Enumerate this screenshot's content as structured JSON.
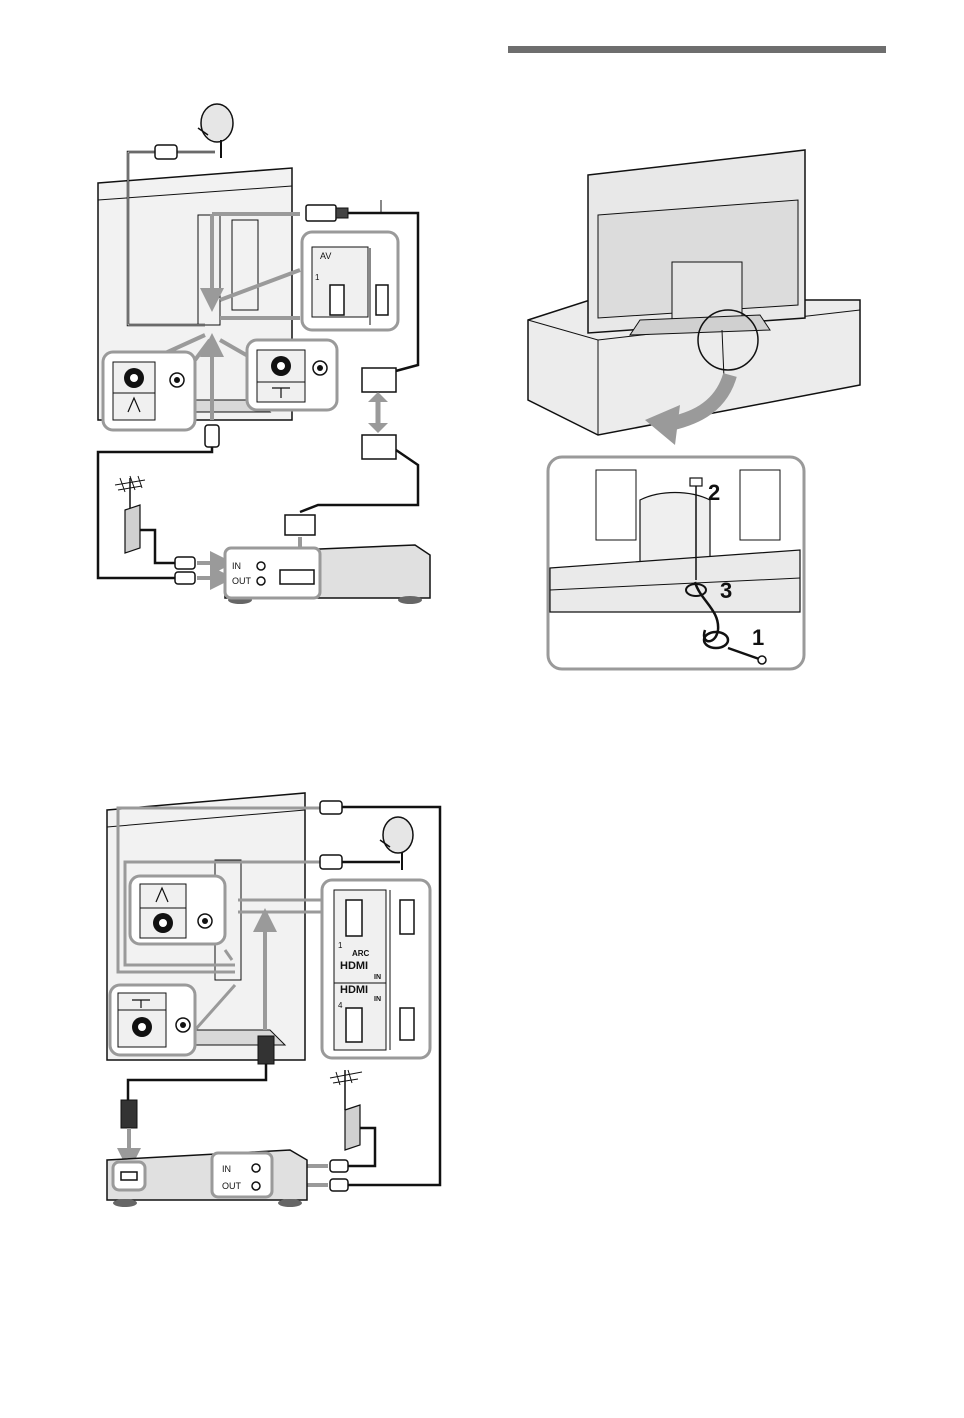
{
  "diagram1": {
    "av_label": "AV",
    "av_port_num": "1",
    "in_label": "IN",
    "out_label": "OUT"
  },
  "diagram2": {
    "hdmi1_num": "1",
    "arc_label": "ARC",
    "hdmi_logo": "HDMI",
    "hdmi_in": "IN",
    "hdmi4_num": "4",
    "in_label": "IN",
    "out_label": "OUT"
  },
  "stand": {
    "step1": "1",
    "step2": "2",
    "step3": "3"
  },
  "colors": {
    "line": "#111111",
    "highlight": "#9a9a9a",
    "fill": "#e6e6e6",
    "dark": "#6e6e6e"
  }
}
